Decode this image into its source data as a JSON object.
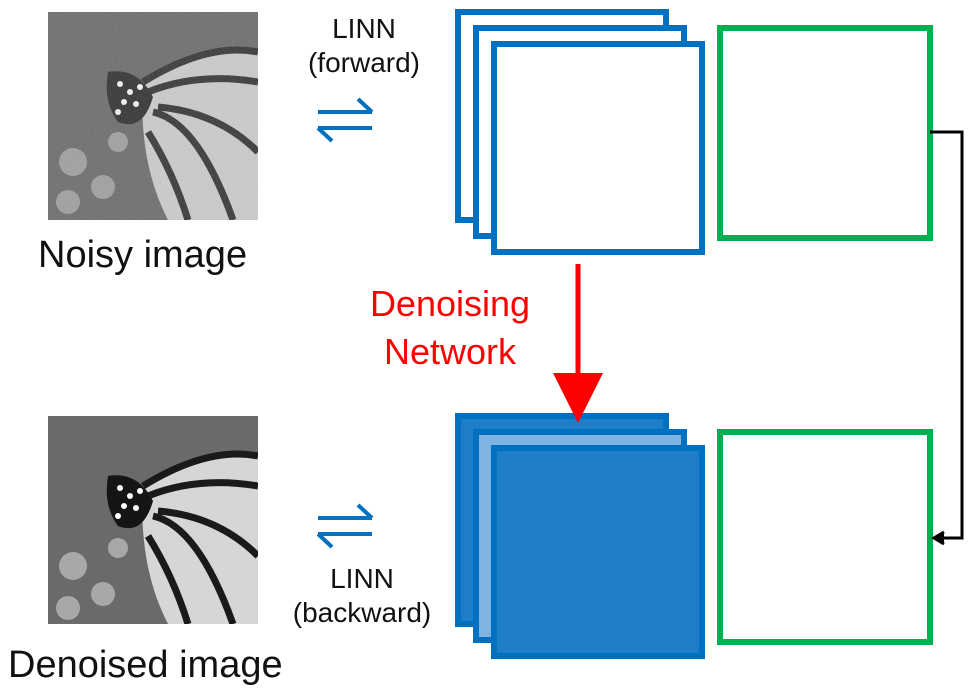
{
  "images": {
    "noisy": {
      "caption": "Noisy image"
    },
    "denoised": {
      "caption": "Denoised image"
    }
  },
  "linn_forward": {
    "line1": "LINN",
    "line2": "(forward)"
  },
  "linn_backward": {
    "line1": "LINN",
    "line2": "(backward)"
  },
  "denoising_network": {
    "line1": "Denoising",
    "line2": "Network"
  },
  "colors": {
    "blue": "#0070c0",
    "blue_fill": "#1e7ec8",
    "blue_light": "#7fb3e0",
    "green": "#00b050",
    "red": "#ff0000",
    "black": "#000000"
  }
}
